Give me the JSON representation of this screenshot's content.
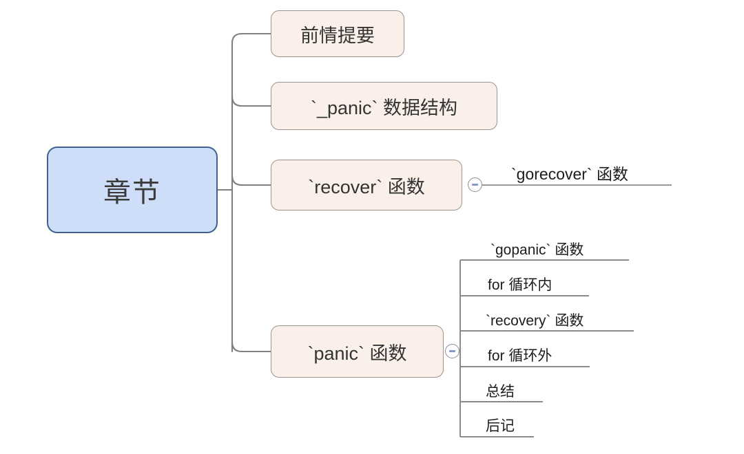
{
  "diagram": {
    "type": "mindmap",
    "title": "章节",
    "colors": {
      "root_fill": "#cfdef8",
      "root_border": "#3d5e8e",
      "branch_fill": "#faf0e9",
      "branch_border": "#9b9289",
      "connector": "#7f7f7f",
      "text": "#333333",
      "toggle_mark": "#8796c4"
    },
    "root": {
      "label": "章节"
    },
    "branches": [
      {
        "label": "前情提要",
        "collapsible": false,
        "children": []
      },
      {
        "label": "`_panic` 数据结构",
        "collapsible": false,
        "children": []
      },
      {
        "label": "`recover` 函数",
        "collapsible": true,
        "toggle_state": "expanded",
        "toggle_icon": "minus-icon",
        "children": [
          {
            "label": "`gorecover` 函数"
          }
        ]
      },
      {
        "label": "`panic` 函数",
        "collapsible": true,
        "toggle_state": "expanded",
        "toggle_icon": "minus-icon",
        "children": [
          {
            "label": "`gopanic` 函数"
          },
          {
            "label": "for 循环内"
          },
          {
            "label": "`recovery` 函数"
          },
          {
            "label": "for 循环外"
          },
          {
            "label": "总结"
          },
          {
            "label": "后记"
          }
        ]
      }
    ]
  }
}
